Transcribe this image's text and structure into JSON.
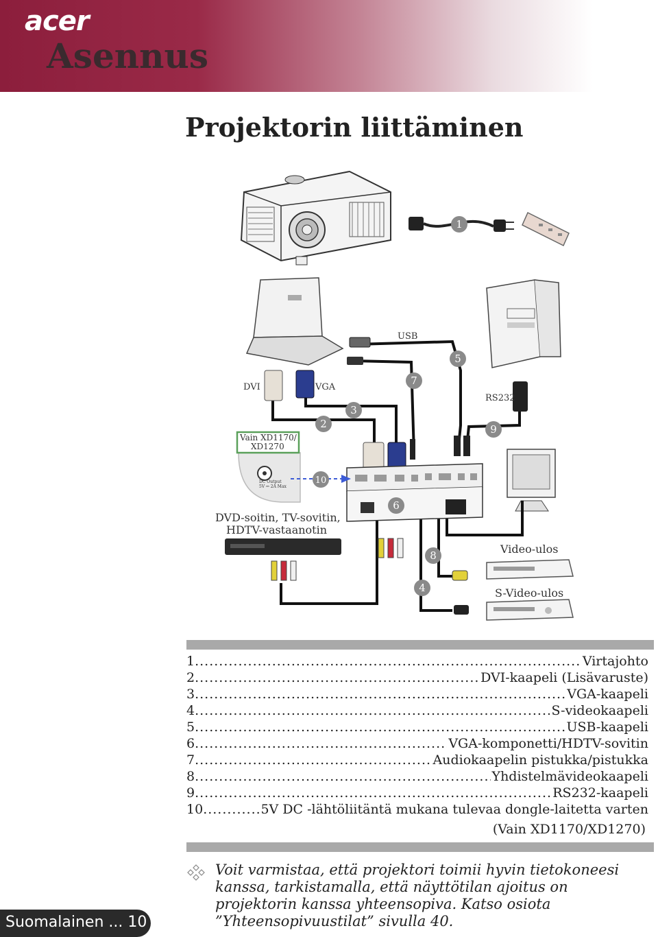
{
  "header": {
    "logo": "acer",
    "section_title": "Asennus"
  },
  "page_title": "Projektorin liittäminen",
  "diagram": {
    "labels": {
      "usb": "USB",
      "dvi": "DVI",
      "vga": "VGA",
      "rs232": "RS232",
      "vain_line1": "Vain XD1170/",
      "vain_line2": "XD1270",
      "dc_output_line1": "DC Output",
      "dc_output_line2": "5V ⎓ 2A Max",
      "dvd_line1": "DVD-soitin, TV-sovitin,",
      "dvd_line2": "HDTV-vastaanotin",
      "video_out": "Video-ulos",
      "svideo_out": "S-Video-ulos"
    },
    "markers": [
      "1",
      "2",
      "3",
      "4",
      "5",
      "6",
      "7",
      "8",
      "9",
      "10"
    ]
  },
  "legend": {
    "items": [
      {
        "num": "1",
        "label": "Virtajohto"
      },
      {
        "num": "2",
        "label": "DVI-kaapeli (Lisävaruste)"
      },
      {
        "num": "3",
        "label": "VGA-kaapeli"
      },
      {
        "num": "4",
        "label": "S-videokaapeli"
      },
      {
        "num": "5",
        "label": "USB-kaapeli"
      },
      {
        "num": "6",
        "label": "VGA-komponetti/HDTV-sovitin"
      },
      {
        "num": "7",
        "label": "Audiokaapelin pistukka/pistukka"
      },
      {
        "num": "8",
        "label": "Yhdistelmävideokaapeli"
      },
      {
        "num": "9",
        "label": "RS232-kaapeli"
      },
      {
        "num": "10",
        "label": "5V DC -lähtöliitäntä mukana tulevaa dongle-laitetta varten"
      }
    ],
    "note": "(Vain XD1170/XD1270)"
  },
  "tip": {
    "text": "Voit varmistaa, että projektori toimii hyvin tietokoneesi kanssa, tarkistamalla, että näyttötilan ajoitus on projektorin kanssa yhteensopiva. Katso osiota ”Yhteensopivuustilat” sivulla 40."
  },
  "footer": {
    "text": "Suomalainen ... 10"
  }
}
